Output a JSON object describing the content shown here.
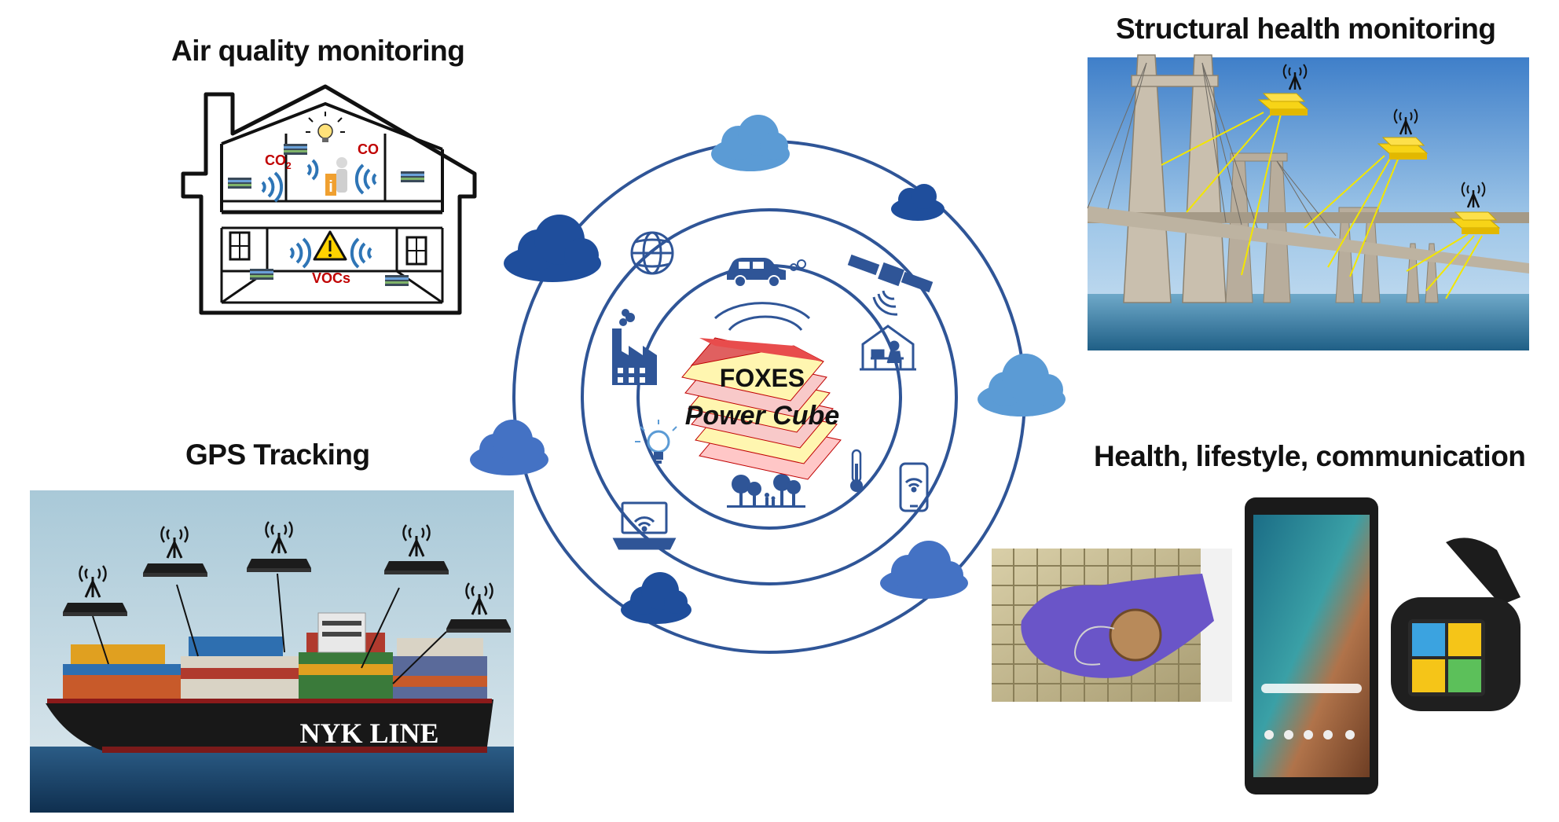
{
  "headings": {
    "air_quality": "Air quality monitoring",
    "structural": "Structural health monitoring",
    "gps": "GPS Tracking",
    "health": "Health, lifestyle, communication"
  },
  "house_labels": {
    "co2": "CO",
    "co2_sub": "2",
    "co": "CO",
    "vocs": "VOCs"
  },
  "center": {
    "line1": "FOXES",
    "line2": "Power Cube"
  },
  "ship_text": "NYK LINE",
  "colors": {
    "ring": "#2f5597",
    "cloud_dark": "#1f4e9c",
    "cloud_mid": "#4472c4",
    "cloud_light": "#5b9bd5",
    "icon": "#2f5597",
    "accent_red": "#c00000",
    "sensor_yellow": "#ffd700"
  },
  "icons": [
    "globe-icon",
    "car-icon",
    "satellite-icon",
    "factory-icon",
    "home-office-icon",
    "lightbulb-icon",
    "thermometer-icon",
    "trees-icon",
    "laptop-icon",
    "smartphone-icon"
  ]
}
